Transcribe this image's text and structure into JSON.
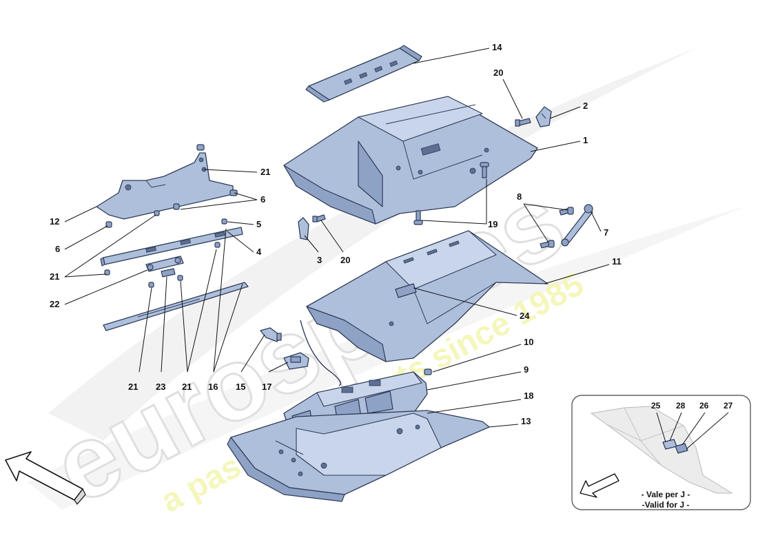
{
  "watermark": {
    "brand": "eurospares",
    "slogan": "a passion for parts since 1985",
    "brand_color": "#e2e2e2",
    "slogan_color": "#f0f2a0"
  },
  "colors": {
    "part_fill": "#aebfdc",
    "part_stroke": "#2d3a55"
  },
  "callouts": [
    {
      "id": "c14",
      "text": "14"
    },
    {
      "id": "c20a",
      "text": "20"
    },
    {
      "id": "c2",
      "text": "2"
    },
    {
      "id": "c1",
      "text": "1"
    },
    {
      "id": "c21a",
      "text": "21"
    },
    {
      "id": "c6a",
      "text": "6"
    },
    {
      "id": "c12",
      "text": "12"
    },
    {
      "id": "c6b",
      "text": "6"
    },
    {
      "id": "c5",
      "text": "5"
    },
    {
      "id": "c4",
      "text": "4"
    },
    {
      "id": "c21b",
      "text": "21"
    },
    {
      "id": "c22",
      "text": "22"
    },
    {
      "id": "c8",
      "text": "8"
    },
    {
      "id": "c7",
      "text": "7"
    },
    {
      "id": "c19",
      "text": "19"
    },
    {
      "id": "c3",
      "text": "3"
    },
    {
      "id": "c20b",
      "text": "20"
    },
    {
      "id": "c11",
      "text": "11"
    },
    {
      "id": "c24",
      "text": "24"
    },
    {
      "id": "c10",
      "text": "10"
    },
    {
      "id": "c9",
      "text": "9"
    },
    {
      "id": "c18",
      "text": "18"
    },
    {
      "id": "c13",
      "text": "13"
    },
    {
      "id": "c21c",
      "text": "21"
    },
    {
      "id": "c23",
      "text": "23"
    },
    {
      "id": "c21d",
      "text": "21"
    },
    {
      "id": "c16",
      "text": "16"
    },
    {
      "id": "c15",
      "text": "15"
    },
    {
      "id": "c17",
      "text": "17"
    }
  ],
  "inset": {
    "callouts": [
      {
        "id": "i25",
        "text": "25"
      },
      {
        "id": "i28",
        "text": "28"
      },
      {
        "id": "i26",
        "text": "26"
      },
      {
        "id": "i27",
        "text": "27"
      }
    ],
    "note_line1": "- Vale per J -",
    "note_line2": "-Valid for J -"
  },
  "icons": {
    "main_direction": "direction-arrow-icon",
    "inset_direction": "direction-arrow-icon"
  }
}
